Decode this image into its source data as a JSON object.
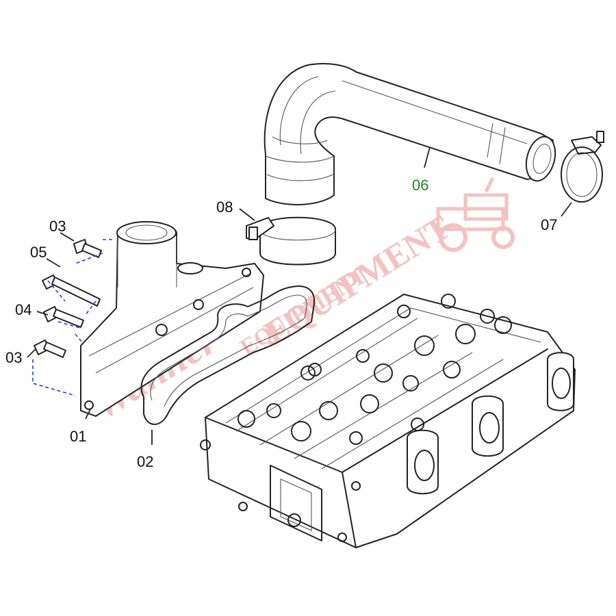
{
  "callouts": {
    "c01": "01",
    "c02": "02",
    "c03": "03",
    "c04": "04",
    "c05": "05",
    "c06": "06",
    "c07": "07",
    "c08": "08",
    "c09": "03"
  },
  "watermark": {
    "word_top": "EQUIPMENT",
    "word_script": "Wanner",
    "word_bottom": "EQUIPMENT"
  },
  "colors": {
    "line": "#222222",
    "dashed_leader": "#2a3bd1",
    "watermark": "#f2b7b7",
    "highlight_label": "#1a8a1a"
  }
}
